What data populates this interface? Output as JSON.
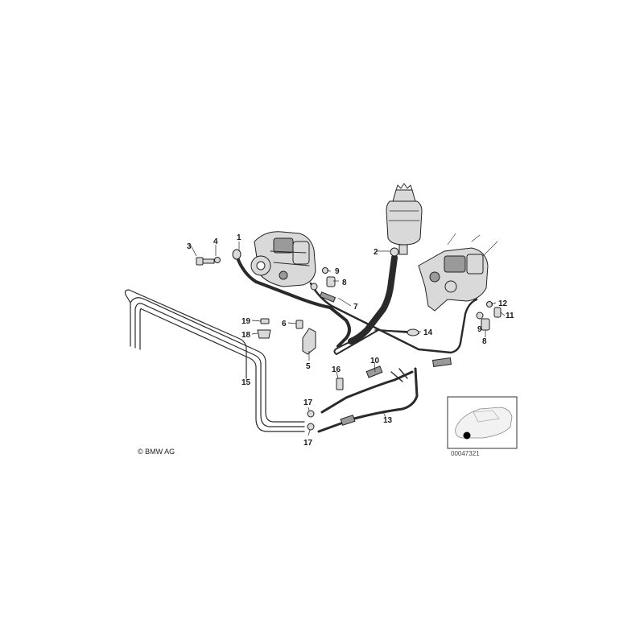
{
  "copyright": "© BMW AG",
  "reference_number": "00047321",
  "callouts": [
    "1",
    "2",
    "3",
    "4",
    "5",
    "6",
    "7",
    "8",
    "8",
    "9",
    "9",
    "10",
    "11",
    "12",
    "13",
    "14",
    "15",
    "16",
    "17",
    "17",
    "18",
    "19"
  ]
}
